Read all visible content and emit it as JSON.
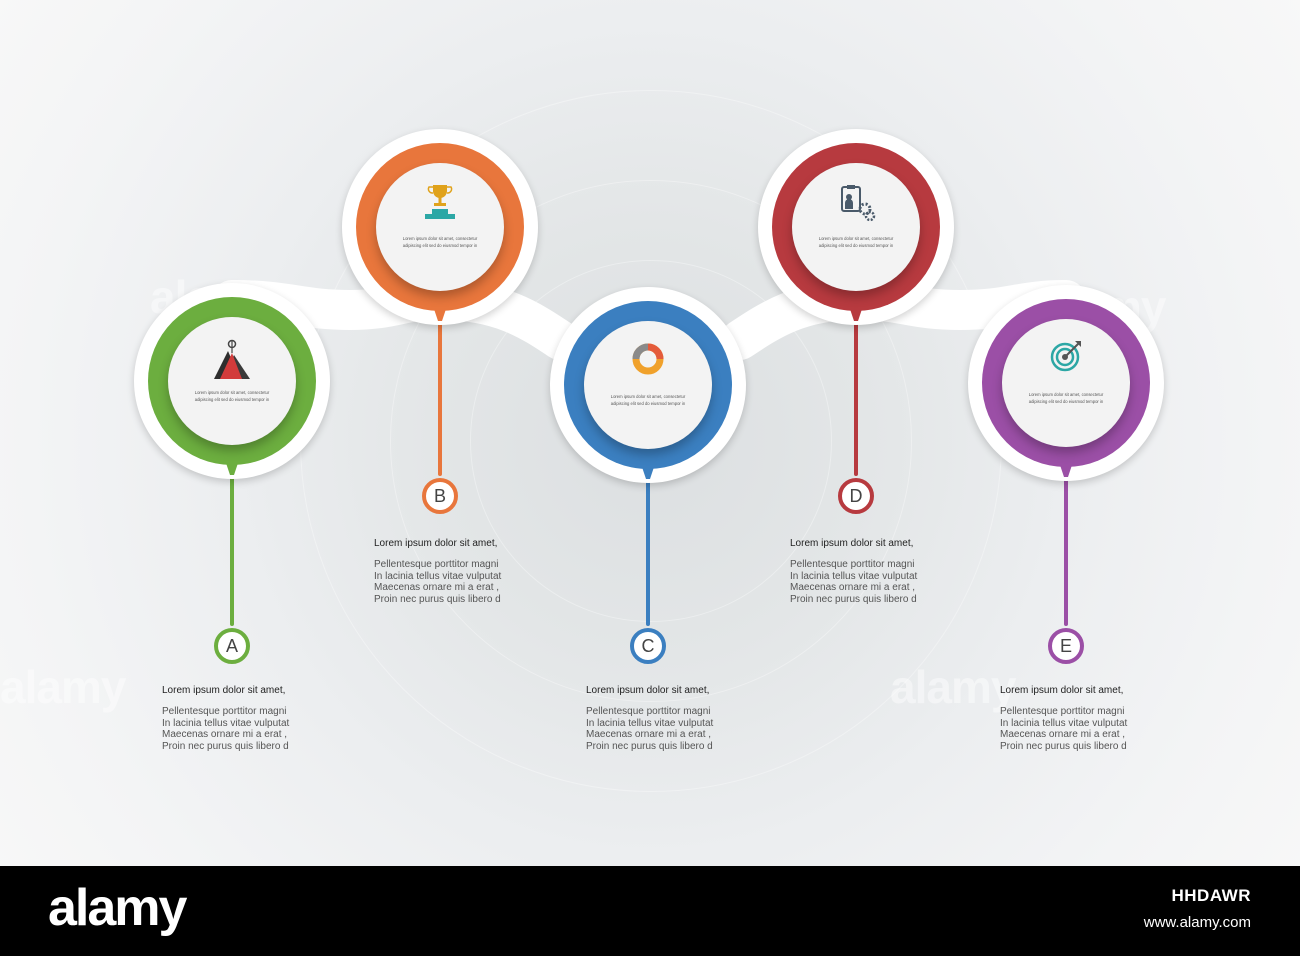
{
  "steps": [
    {
      "letter": "A",
      "color": "#6cae3f",
      "icon": "mountain-peak-icon",
      "caption1": "Lorem ipsum dolor sit amet, consectetur",
      "caption2": "adipiscing elit sed do eiusmod tempor in",
      "heading": "Lorem ipsum dolor sit amet,",
      "lines": [
        "Pellentesque porttitor magni",
        "In lacinia tellus vitae vulputat",
        "Maecenas ornare mi a erat ,",
        "Proin nec purus quis libero d"
      ]
    },
    {
      "letter": "B",
      "color": "#e8763c",
      "icon": "trophy-podium-icon",
      "caption1": "Lorem ipsum dolor sit amet, consectetur",
      "caption2": "adipiscing elit sed do eiusmod tempor in",
      "heading": "Lorem ipsum dolor sit amet,",
      "lines": [
        "Pellentesque porttitor magni",
        "In lacinia tellus vitae vulputat",
        "Maecenas ornare mi a erat ,",
        "Proin nec purus quis libero d"
      ]
    },
    {
      "letter": "C",
      "color": "#3b7fc0",
      "icon": "donut-chart-icon",
      "caption1": "Lorem ipsum dolor sit amet, consectetur",
      "caption2": "adipiscing elit sed do eiusmod tempor in",
      "heading": "Lorem ipsum dolor sit amet,",
      "lines": [
        "Pellentesque porttitor magni",
        "In lacinia tellus vitae vulputat",
        "Maecenas ornare mi a erat ,",
        "Proin nec purus quis libero d"
      ]
    },
    {
      "letter": "D",
      "color": "#b73a3f",
      "icon": "presenter-gears-icon",
      "caption1": "Lorem ipsum dolor sit amet, consectetur",
      "caption2": "adipiscing elit sed do eiusmod tempor in",
      "heading": "Lorem ipsum dolor sit amet,",
      "lines": [
        "Pellentesque porttitor magni",
        "In lacinia tellus vitae vulputat",
        "Maecenas ornare mi a erat ,",
        "Proin nec purus quis libero d"
      ]
    },
    {
      "letter": "E",
      "color": "#9b4fa6",
      "icon": "target-dart-icon",
      "caption1": "Lorem ipsum dolor sit amet, consectetur",
      "caption2": "adipiscing elit sed do eiusmod tempor in",
      "heading": "Lorem ipsum dolor sit amet,",
      "lines": [
        "Pellentesque porttitor magni",
        "In lacinia tellus vitae vulputat",
        "Maecenas ornare mi a erat ,",
        "Proin nec purus quis libero d"
      ]
    }
  ],
  "footer": {
    "logo": "alamy",
    "image_id": "HHDAWR",
    "url": "www.alamy.com"
  }
}
